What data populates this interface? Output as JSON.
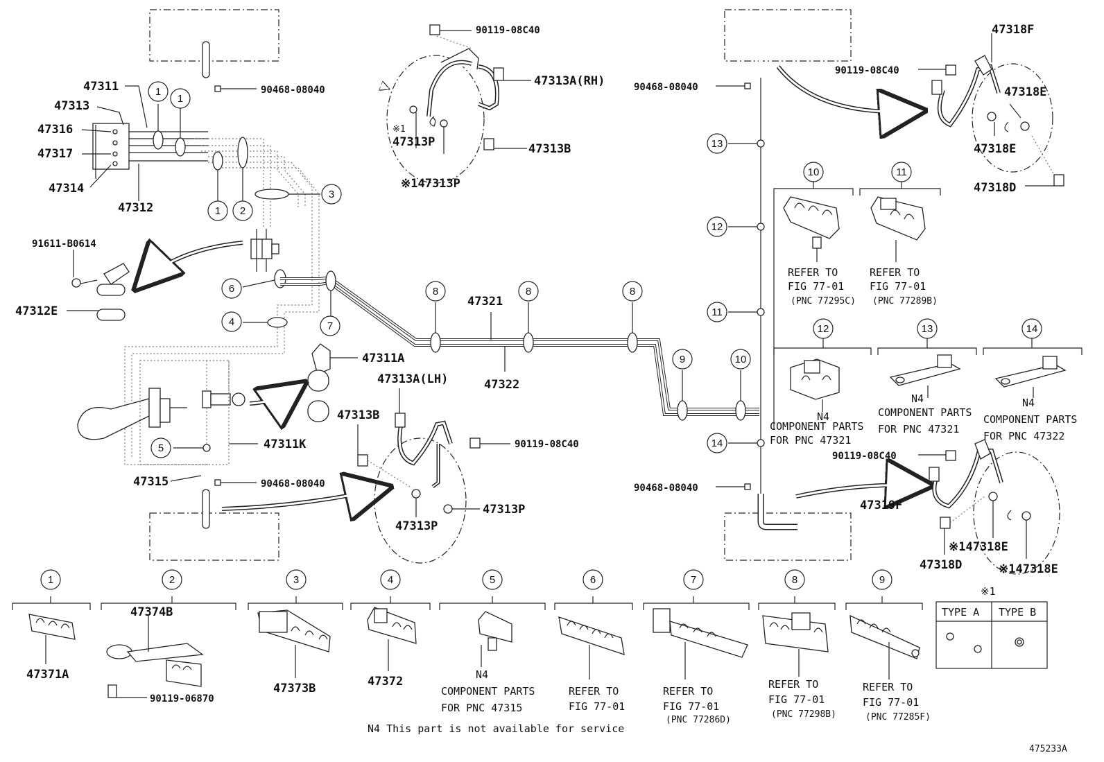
{
  "part_labels": {
    "p47311": "47311",
    "p47313": "47313",
    "p47316": "47316",
    "p47317": "47317",
    "p47314": "47314",
    "p47312": "47312",
    "p91611": "91611-B0614",
    "p47312E": "47312E",
    "p90468_a": "90468-08040",
    "p90119_a": "90119-08C40",
    "p47313A_RH": "47313A(RH)",
    "p47313P_a": "47313P",
    "p47313B_a": "47313B",
    "p47313P_b": "※147313P",
    "mark_a": "※1",
    "p47311A": "47311A",
    "p47313A_LH": "47313A(LH)",
    "p47313B_b": "47313B",
    "p90119_b": "90119-08C40",
    "p47311K": "47311K",
    "p47315": "47315",
    "p90468_b": "90468-08040",
    "p47313P_c": "47313P",
    "p47313P_d": "47313P",
    "p47321": "47321",
    "p47322": "47322",
    "p90468_c": "90468-08040",
    "p47318F": "47318F",
    "p90119_c": "90119-08C40",
    "p47318E_a": "47318E",
    "p47318E_b": "47318E",
    "p47318D_a": "47318D",
    "p90119_d": "90119-08C40",
    "p90468_d": "90468-08040",
    "p47319F": "47319F",
    "p47318D_b": "47318D",
    "p47318E_c": "※147318E",
    "p47318E_d": "※147318E",
    "fig_code": "475233A"
  },
  "callouts": [
    "1",
    "2",
    "3",
    "4",
    "5",
    "6",
    "7",
    "8",
    "9",
    "10",
    "11",
    "12",
    "13",
    "14"
  ],
  "right_notes": {
    "c10_l1": "REFER TO",
    "c10_l2": "FIG 77-01",
    "c10_l3": "(PNC 77295C)",
    "c11_l1": "REFER TO",
    "c11_l2": "FIG 77-01",
    "c11_l3": "(PNC 77289B)",
    "c12_l1": "N4",
    "c12_l2": "COMPONENT PARTS",
    "c12_l3": "FOR PNC 47321",
    "c13_l1": "N4",
    "c13_l2": "COMPONENT PARTS",
    "c13_l3": "FOR PNC 47321",
    "c14_l1": "N4",
    "c14_l2": "COMPONENT PARTS",
    "c14_l3": "FOR PNC 47322"
  },
  "bottom_parts": {
    "b1": "47371A",
    "b2a": "47374B",
    "b2b": "90119-06870",
    "b3": "47373B",
    "b4": "47372",
    "b5_l1": "N4",
    "b5_l2": "COMPONENT PARTS",
    "b5_l3": "FOR PNC 47315",
    "b6_l1": "REFER TO",
    "b6_l2": "FIG 77-01",
    "b7_l1": "REFER TO",
    "b7_l2": "FIG 77-01",
    "b7_l3": "(PNC 77286D)",
    "b8_l1": "REFER TO",
    "b8_l2": "FIG 77-01",
    "b8_l3": "(PNC 77298B)",
    "b9_l1": "REFER TO",
    "b9_l2": "FIG 77-01",
    "b9_l3": "(PNC 77285F)"
  },
  "type_table": {
    "mark": "※1",
    "type_a": "TYPE A",
    "type_b": "TYPE B"
  },
  "footnote": "N4 This part is not available for service"
}
